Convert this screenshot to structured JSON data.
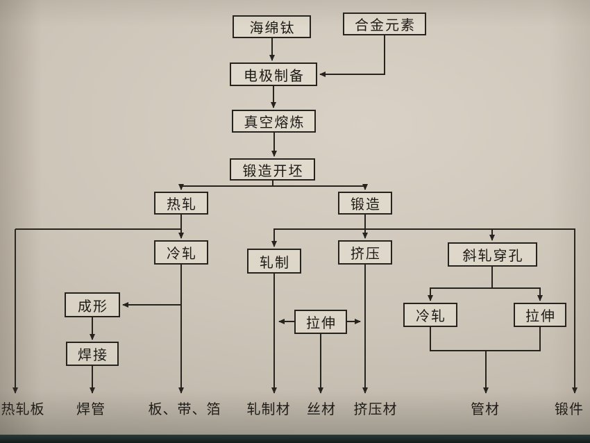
{
  "diagram": {
    "kind": "process-flowchart",
    "language": "zh-CN",
    "colors": {
      "paper": "#cdc5b8",
      "ink": "#26231f",
      "photo_edge": "#1c2624"
    }
  },
  "nodes": {
    "sponge_ti": "海绵钛",
    "alloy": "合金元素",
    "electrode": "电极制备",
    "vacuum": "真空熔炼",
    "billet": "锻造开坯",
    "hot_roll": "热轧",
    "forge": "锻造",
    "cold_roll": "冷轧",
    "rolling": "轧制",
    "extrude": "挤压",
    "cross_pierce": "斜轧穿孔",
    "forming": "成形",
    "welding": "焊接",
    "draw_mid": "拉伸",
    "cold_roll2": "冷轧",
    "draw_right": "拉伸"
  },
  "outputs": {
    "hot_plate": "热轧板",
    "welded_pipe": "焊管",
    "plate_strip_foil": "板、带、箔",
    "rolled": "轧制材",
    "wire": "丝材",
    "extruded": "挤压材",
    "pipe": "管材",
    "forging": "锻件"
  }
}
